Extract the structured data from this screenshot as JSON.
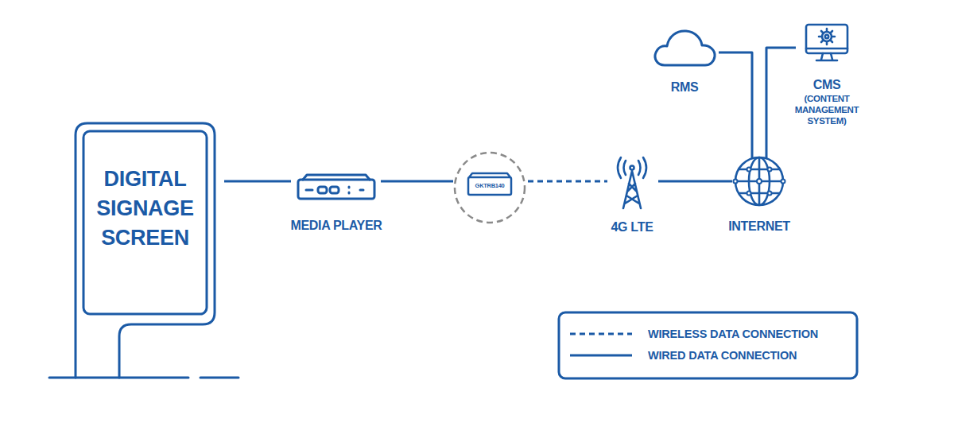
{
  "diagram": {
    "nodes": [
      {
        "text": [
          "DIGITAL SIGNAGE SCREEN"
        ]
      },
      {
        "text": [
          "MEDIA PLAYER"
        ]
      },
      {
        "text": [
          "GKTRB140"
        ]
      },
      {
        "text": [
          "4G LTE"
        ]
      },
      {
        "text": [
          "INTERNET"
        ]
      },
      {
        "text": [
          "RMS"
        ]
      },
      {
        "text": [
          "CMS",
          "(CONTENT MANAGEMENT SYSTEM)"
        ]
      }
    ],
    "edges": [
      {
        "from": 0,
        "to": 1,
        "arrow": "none"
      },
      {
        "from": 1,
        "to": 2,
        "arrow": "none"
      },
      {
        "from": 2,
        "to": 3,
        "arrow": "none"
      },
      {
        "from": 3,
        "to": 4,
        "arrow": "none"
      },
      {
        "from": 4,
        "to": 5,
        "arrow": "none"
      },
      {
        "from": 4,
        "to": 6,
        "arrow": "none"
      }
    ],
    "legend": [
      {
        "text": "WIRELESS DATA CONNECTION"
      },
      {
        "text": "WIRED DATA CONNECTION"
      }
    ]
  }
}
